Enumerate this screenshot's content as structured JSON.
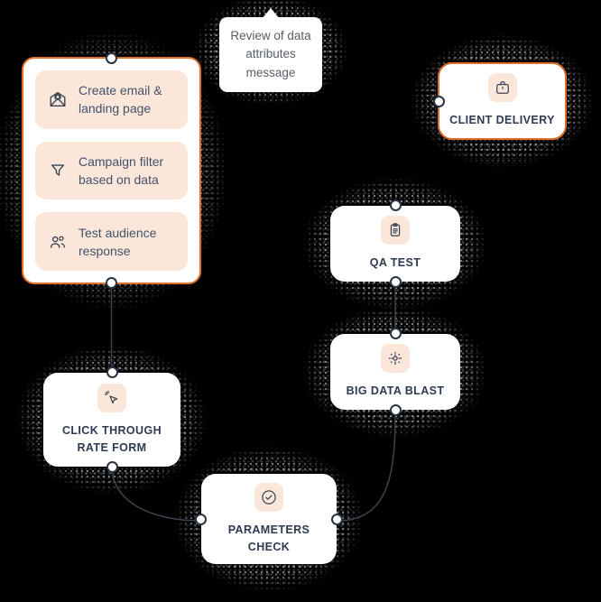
{
  "colors": {
    "background": "#000000",
    "accent_orange": "#df6f2b",
    "peach_fill": "#fae7da",
    "label_navy": "#2e3a52",
    "step_text_slate": "#44516a",
    "tooltip_text_gray": "#575d68",
    "edge_line": "#3a4450",
    "handle_border": "#2a3442",
    "card_white": "#ffffff"
  },
  "tooltip": {
    "text": "Review of data attributes message"
  },
  "main_card": {
    "items": [
      {
        "icon": "mail-settings-icon",
        "label": "Create email & landing page"
      },
      {
        "icon": "filter-icon",
        "label": "Campaign filter based on data"
      },
      {
        "icon": "users-icon",
        "label": "Test audience response"
      }
    ]
  },
  "nodes": [
    {
      "id": "client-delivery",
      "icon": "briefcase-icon",
      "label": "CLIENT DELIVERY"
    },
    {
      "id": "qa-test",
      "icon": "clipboard-icon",
      "label": "QA TEST"
    },
    {
      "id": "big-data-blast",
      "icon": "data-burst-icon",
      "label": "BIG DATA BLAST"
    },
    {
      "id": "click-through-rate-form",
      "icon": "cursor-click-icon",
      "label": "CLICK THROUGH RATE FORM"
    },
    {
      "id": "parameters-check",
      "icon": "check-circle-icon",
      "label": "PARAMETERS CHECK"
    }
  ]
}
